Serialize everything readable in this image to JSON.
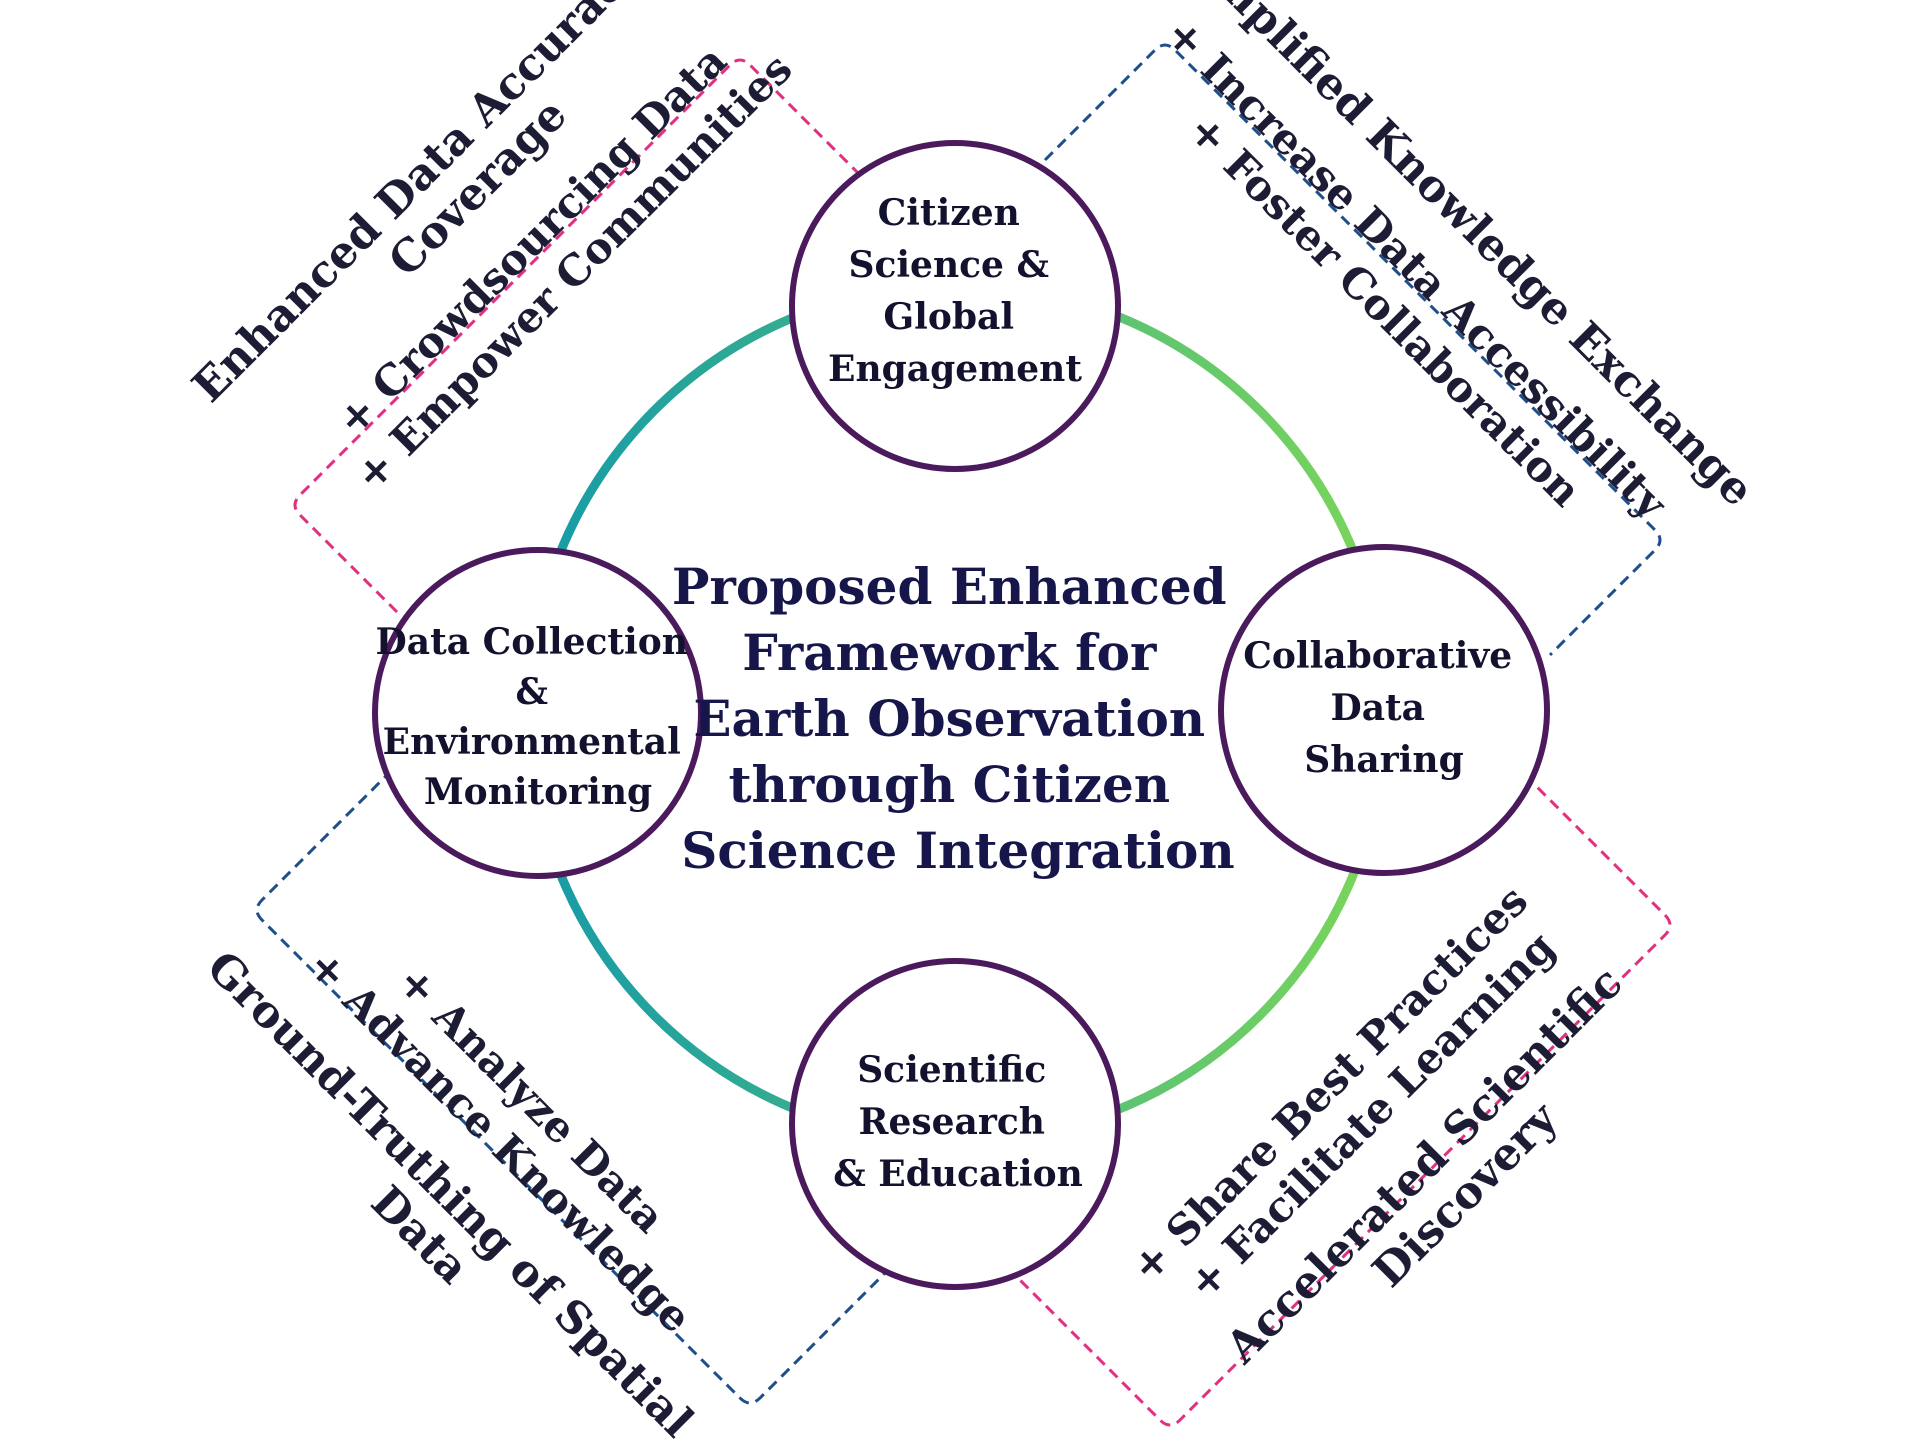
{
  "center_title": [
    "Proposed Enhanced",
    "Framework for",
    "Earth Observation",
    "through Citizen",
    "Science Integration"
  ],
  "nodes": {
    "top": [
      "Citizen",
      "Science &",
      "Global",
      "Engagement"
    ],
    "right": [
      "Collaborative",
      "Data",
      "Sharing"
    ],
    "bottom": [
      "Scientific",
      "Research",
      "& Education"
    ],
    "left": [
      "Data Collection",
      "&",
      "Environmental",
      "Monitoring"
    ]
  },
  "quadrants": {
    "top_left": {
      "title": [
        "Enhanced Data Accuracy &",
        "Coverage"
      ],
      "items": [
        "+ Crowdsourcing Data",
        "+ Empower Communities"
      ]
    },
    "top_right": {
      "title": [
        "Amplified Knowledge Exchange"
      ],
      "items": [
        "+ Increase Data Accessibility",
        "+ Foster Collaboration"
      ]
    },
    "bottom_left": {
      "title": [
        "Ground-Truthing of Spatial",
        "Data"
      ],
      "items": [
        "+ Analyze Data",
        "+ Advance Knowledge"
      ]
    },
    "bottom_right": {
      "title": [
        "Accelerated Scientific",
        "Discovery"
      ],
      "items": [
        "+ Share Best Practices",
        "+ Facilitate Learning"
      ]
    }
  },
  "colors": {
    "ring_start": "#159aa8",
    "ring_end": "#7cd65a",
    "node_stroke": "#4a1a5c",
    "dashed_pink": "#e0307f",
    "dashed_blue": "#1f4e8c",
    "text": "#16164a"
  }
}
